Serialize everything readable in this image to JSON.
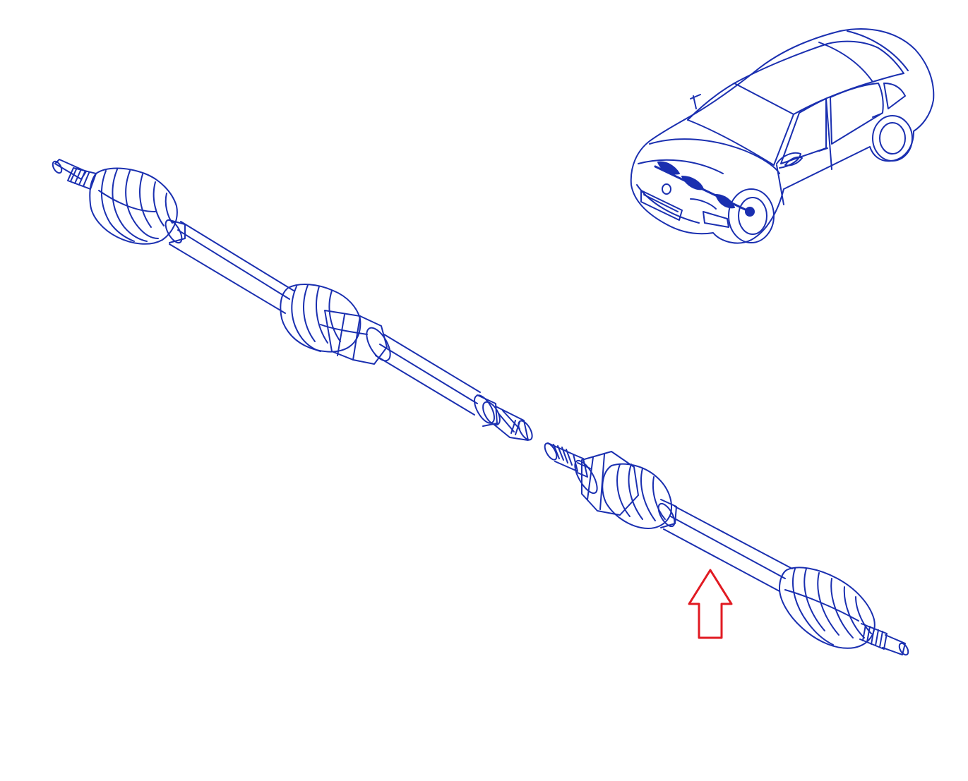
{
  "diagram": {
    "background": "#ffffff",
    "line_color": "#1a2fb0",
    "accent_color": "#e11a22",
    "components": [
      {
        "id": "left-driveshaft",
        "label": ""
      },
      {
        "id": "right-driveshaft",
        "label": ""
      },
      {
        "id": "vehicle-locator",
        "label": ""
      }
    ],
    "callout": {
      "icon": "up-arrow-icon",
      "points_to": "right-driveshaft"
    }
  }
}
